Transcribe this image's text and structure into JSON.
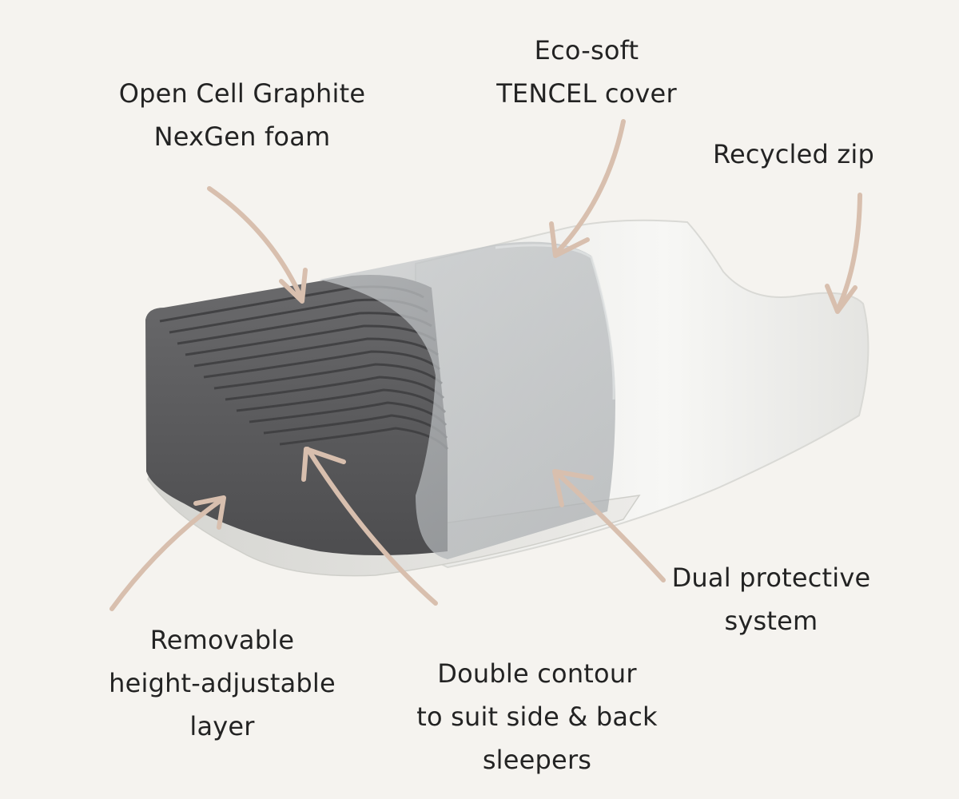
{
  "annotations": {
    "foam": [
      "Open Cell Graphite",
      "NexGen foam"
    ],
    "cover": [
      "Eco-soft",
      "TENCEL cover"
    ],
    "zip": [
      "Recycled zip"
    ],
    "layer": [
      "Removable",
      "height-adjustable",
      "layer"
    ],
    "contour": [
      "Double contour",
      "to suit side & back",
      "sleepers"
    ],
    "protective": [
      "Dual protective",
      "system"
    ]
  },
  "colors": {
    "background": "#f5f3ef",
    "arrow": "#d8bfae",
    "foam": "#5b5b5d",
    "cover": "#f4f4f2",
    "sleeve": "#bfc3c6",
    "base_layer": "#dcdcd8"
  },
  "icons": {
    "arrow": "hand-drawn-arrow"
  }
}
